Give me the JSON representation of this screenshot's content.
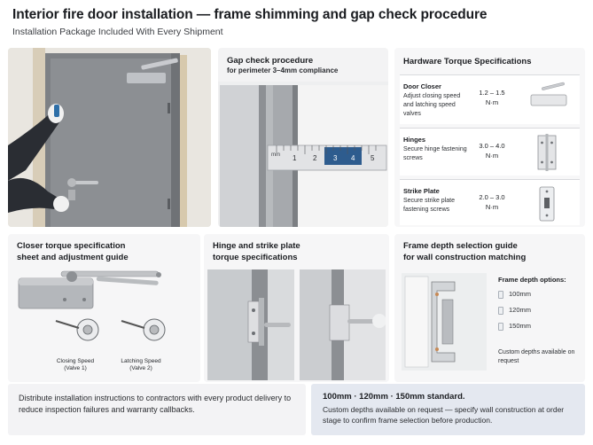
{
  "header": {
    "title": "Interior fire door installation — frame shimming and gap check procedure",
    "subtitle": "Installation Package Included With Every Shipment"
  },
  "gap_card": {
    "title": "Gap check procedure",
    "subtitle": "for perimeter 3–4mm compliance",
    "ruler_unit": "mm",
    "ruler_numbers": [
      "1",
      "2",
      "3",
      "4",
      "5"
    ]
  },
  "torque_card": {
    "title": "Hardware Torque Specifications",
    "rows": [
      {
        "name": "Door Closer",
        "desc": "Adjust closing speed and latching speed valves",
        "value": "1.2 – 1.5",
        "unit": "N·m",
        "icon": "door-closer-icon"
      },
      {
        "name": "Hinges",
        "desc": "Secure hinge fastening screws",
        "value": "3.0 – 4.0",
        "unit": "N·m",
        "icon": "hinge-icon"
      },
      {
        "name": "Strike Plate",
        "desc": "Secure strike plate fastening screws",
        "value": "2.0 – 3.0",
        "unit": "N·m",
        "icon": "strike-plate-icon"
      }
    ]
  },
  "closer_card": {
    "title_line1": "Closer torque specification",
    "title_line2": "sheet and adjustment guide",
    "valve1_line1": "Closing Speed",
    "valve1_line2": "(Valve 1)",
    "valve2_line1": "Latching Speed",
    "valve2_line2": "(Valve 2)"
  },
  "hinge_card": {
    "title_line1": "Hinge and strike plate",
    "title_line2": "torque specifications"
  },
  "frame_card": {
    "title_line1": "Frame depth selection guide",
    "title_line2": "for wall construction matching",
    "options_label": "Frame depth options:",
    "options": [
      "100mm",
      "120mm",
      "150mm"
    ],
    "note": "Custom depths available on request"
  },
  "footer": {
    "left_text": "Distribute installation instructions to contractors with every product delivery to reduce inspection failures and warranty callbacks.",
    "right_heading": "100mm · 120mm · 150mm standard.",
    "right_text": "Custom depths available on request — specify wall construction at order stage to confirm frame selection before production."
  }
}
